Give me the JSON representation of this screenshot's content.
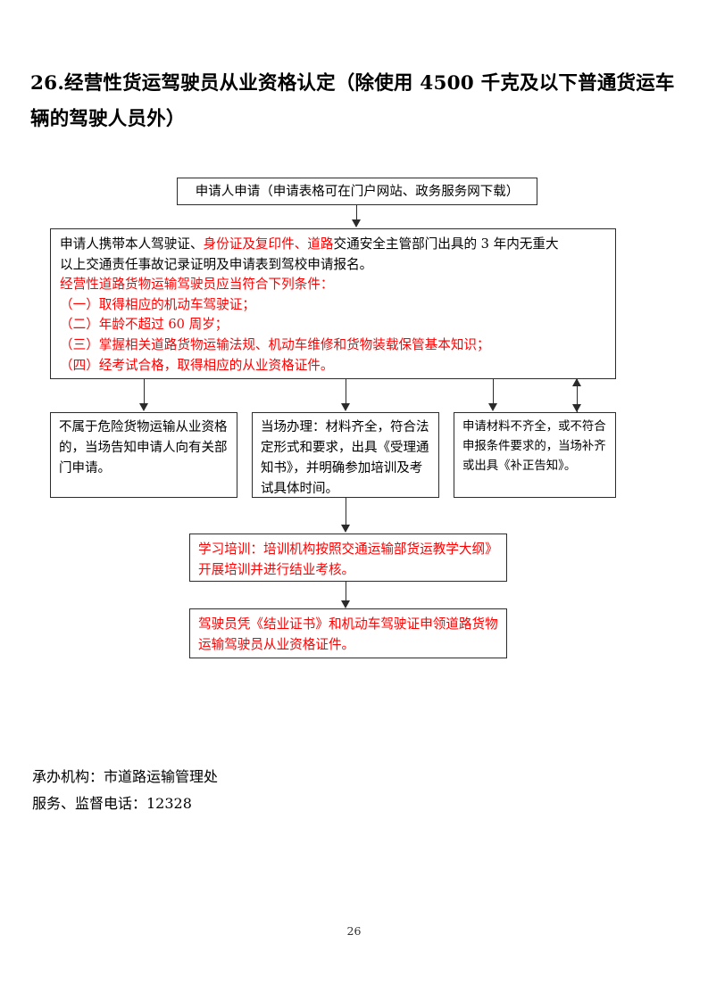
{
  "document": {
    "title": "26.经营性货运驾驶员从业资格认定（除使用 4500 千克及以下普通货运车辆的驾驶人员外）",
    "page_number": "26"
  },
  "flowchart": {
    "application_box": {
      "text": "申请人申请（申请表格可在门户网站、政务服务网下载）"
    },
    "requirements_box": {
      "line1_black_a": "申请人携带本人驾驶证、",
      "line1_red_a": "身份证及复印件、道路",
      "line1_black_b": "交通安全主管部门出具的 3 年内无重大",
      "line2_black": "以上交通责任事故记录证明及申请表到驾校申请报名。",
      "red_heading": "经营性道路货物运输驾驶员应当符合下列条件：",
      "red_items": [
        "（一）取得相应的机动车驾驶证；",
        "（二）年龄不超过 60 周岁；",
        "（三）掌握相关道路货物运输法规、机动车维修和货物装载保管基本知识；",
        "（四）经考试合格，取得相应的从业资格证件。"
      ]
    },
    "not_dangerous_box": {
      "text": "不属于危险货物运输从业资格的，当场告知申请人向有关部门申请。"
    },
    "onsite_box": {
      "text": "当场办理：材料齐全，符合法定形式和要求，出具《受理通知书》，并明确参加培训及考试具体时间。"
    },
    "incomplete_box": {
      "text": "申请材料不齐全，或不符合申报条件要求的，当场补齐或出具《补正告知》。"
    },
    "training_box": {
      "text": "学习培训：培训机构按照交通运输部货运教学大纲》开展培训并进行结业考核。"
    },
    "certificate_box": {
      "text": "驾驶员凭《结业证书》和机动车驾驶证申领道路货物运输驾驶员从业资格证件。"
    }
  },
  "footer": {
    "agency_line": "承办机构：市道路运输管理处",
    "phone_line": "服务、监督电话：12328"
  },
  "colors": {
    "red_text": "#ff0000",
    "box_border": "#2b2b2b",
    "body_text": "#000000"
  }
}
